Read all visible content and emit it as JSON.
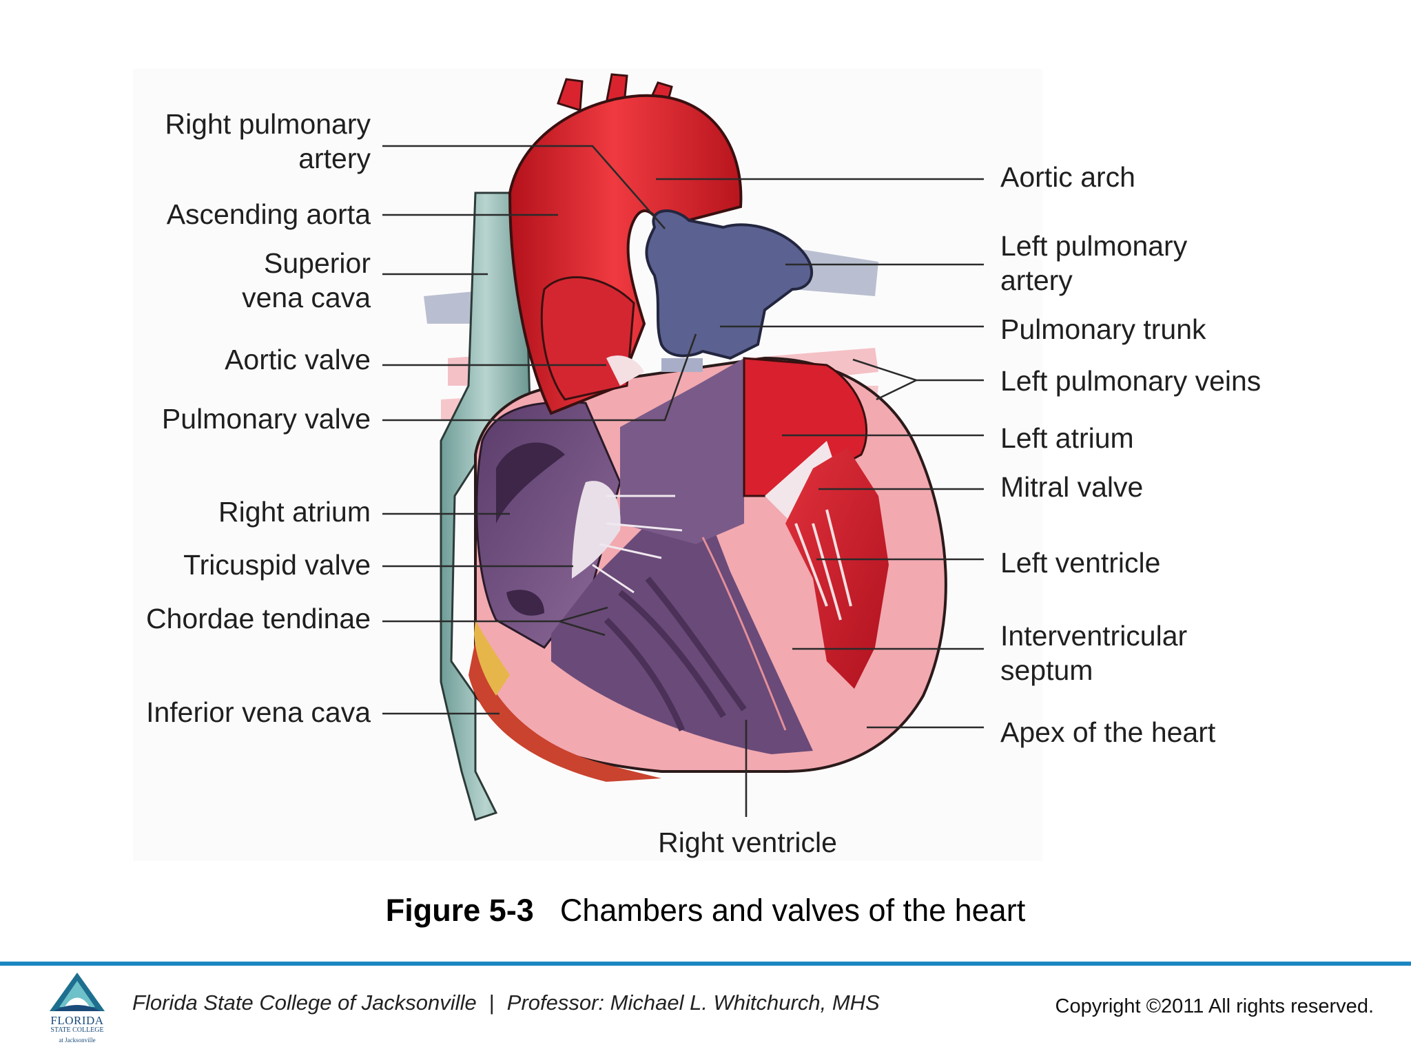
{
  "labels": {
    "right_pulmonary_artery": "Right pulmonary\nartery",
    "ascending_aorta": "Ascending aorta",
    "superior_vena_cava": "Superior\nvena cava",
    "aortic_valve": "Aortic valve",
    "pulmonary_valve": "Pulmonary valve",
    "right_atrium": "Right atrium",
    "tricuspid_valve": "Tricuspid valve",
    "chordae_tendinae": "Chordae tendinae",
    "inferior_vena_cava": "Inferior vena cava",
    "aortic_arch": "Aortic arch",
    "left_pulmonary_artery": "Left pulmonary\nartery",
    "pulmonary_trunk": "Pulmonary trunk",
    "left_pulmonary_veins": "Left pulmonary veins",
    "left_atrium": "Left atrium",
    "mitral_valve": "Mitral valve",
    "left_ventricle": "Left ventricle",
    "interventricular_septum": "Interventricular\nseptum",
    "apex_of_the_heart": "Apex of the heart",
    "right_ventricle": "Right ventricle"
  },
  "caption": {
    "figure_number": "Figure 5-3",
    "title": "Chambers and valves of the heart"
  },
  "footer": {
    "institution": "Florida State College of Jacksonville",
    "separator": "|",
    "professor": "Professor: Michael L. Whitchurch, MHS",
    "copyright": "Copyright ©2011  All rights reserved.",
    "logo_line1": "FLORIDA",
    "logo_line2": "STATE COLLEGE",
    "logo_line3": "at Jacksonville"
  },
  "colors": {
    "accent_rule": "#1b86c2",
    "aorta": "#d9242f",
    "pulmonary": "#5b6190",
    "myocardium": "#f2a9b0",
    "right_chambers": "#6a4a78"
  }
}
